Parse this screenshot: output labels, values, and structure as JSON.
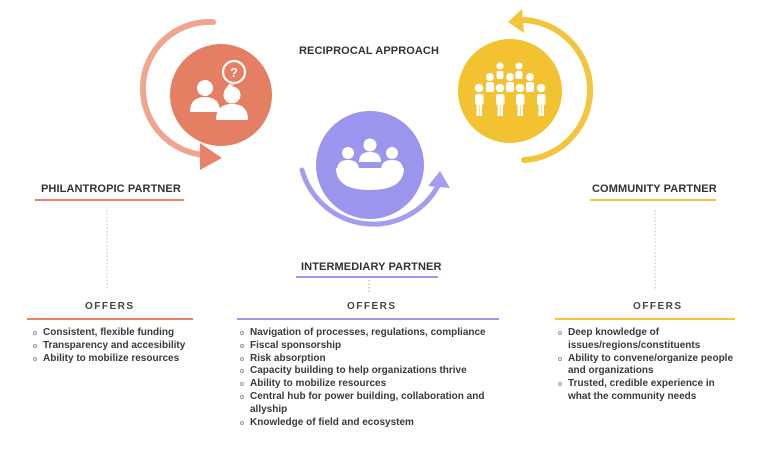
{
  "heading": "RECIPROCAL APPROACH",
  "colors": {
    "philanthropic": "#E8836A",
    "intermediary": "#9D97EE",
    "community": "#F2C53D",
    "text": "#333333"
  },
  "partners": [
    {
      "key": "philanthropic",
      "title": "PHILANTROPIC PARTNER",
      "offers_label": "OFFERS",
      "icon": "people-question-icon",
      "items": [
        "Consistent, flexible funding",
        "Transparency and accesibility",
        "Ability to mobilize resources"
      ]
    },
    {
      "key": "intermediary",
      "title": "INTERMEDIARY PARTNER",
      "offers_label": "OFFERS",
      "icon": "meeting-table-icon",
      "items": [
        "Navigation of processes, regulations, compliance",
        "Fiscal sponsorship",
        "Risk absorption",
        "Capacity building to help organizations thrive",
        "Ability to mobilize resources",
        "Central hub for power building, collaboration and allyship",
        "Knowledge of field and ecosystem"
      ]
    },
    {
      "key": "community",
      "title": "COMMUNITY PARTNER",
      "offers_label": "OFFERS",
      "icon": "community-group-icon",
      "items": [
        "Deep knowledge of issues/regions/constituents",
        "Ability to convene/organize people and organizations",
        "Trusted, credible experience in what the community needs"
      ]
    }
  ]
}
